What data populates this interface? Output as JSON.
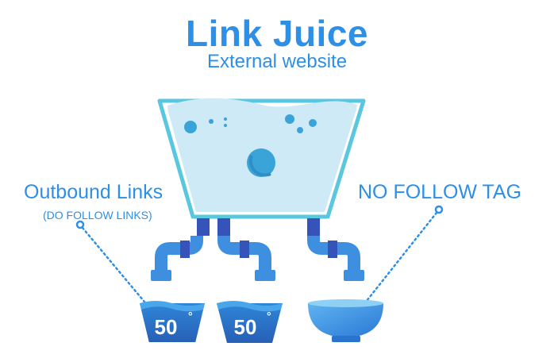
{
  "header": {
    "title": "Link Juice",
    "subtitle": "External website"
  },
  "labels": {
    "outbound": "Outbound Links",
    "outbound_sub": "(DO FOLLOW LINKS)",
    "nofollow": "NO FOLLOW TAG"
  },
  "buckets": [
    {
      "value": "50",
      "unit": "°"
    },
    {
      "value": "50",
      "unit": "°"
    }
  ],
  "colors": {
    "accent": "#2d8fe6",
    "water": "#cdeaf6",
    "tank_outline": "#5ac7e0",
    "pipe_light": "#3f8fe0",
    "pipe_dark": "#3553b8",
    "bucket": "#2a6fc4",
    "bowl": "#2d8fe6",
    "bubble": "#3aa3d8"
  }
}
